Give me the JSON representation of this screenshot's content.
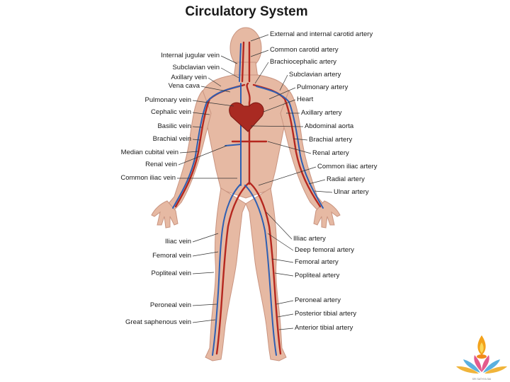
{
  "title": "Circulatory System",
  "labels_left": [
    "Internal jugular vein",
    "Subclavian vein",
    "Axillary vein",
    "Vena cava",
    "Pulmonary vein",
    "Cephalic vein",
    "Basilic vein",
    "Brachial vein",
    "Median cubital vein",
    "Renal vein",
    "Common iliac vein",
    "Iliac vein",
    "Femoral vein",
    "Popliteal vein",
    "Peroneal vein",
    "Great saphenous vein"
  ],
  "labels_right": [
    "External and internal carotid artery",
    "Common carotid artery",
    "Brachiocephalic artery",
    "Subclavian artery",
    "Pulmonary artery",
    "Heart",
    "Axillary artery",
    "Abdominal aorta",
    "Brachial artery",
    "Renal artery",
    "Common iliac artery",
    "Radial artery",
    "Ulnar artery",
    "Illiac artery",
    "Deep femoral artery",
    "Femoral artery",
    "Popliteal artery",
    "Peroneal artery",
    "Posterior tibial artery",
    "Anterior tibial artery"
  ],
  "logo_text": "SRI SATHYA SAI",
  "colors": {
    "skin": "#e6b9a3",
    "artery": "#b5271f",
    "vein": "#2e5fb3",
    "text": "#1a1a1a"
  }
}
